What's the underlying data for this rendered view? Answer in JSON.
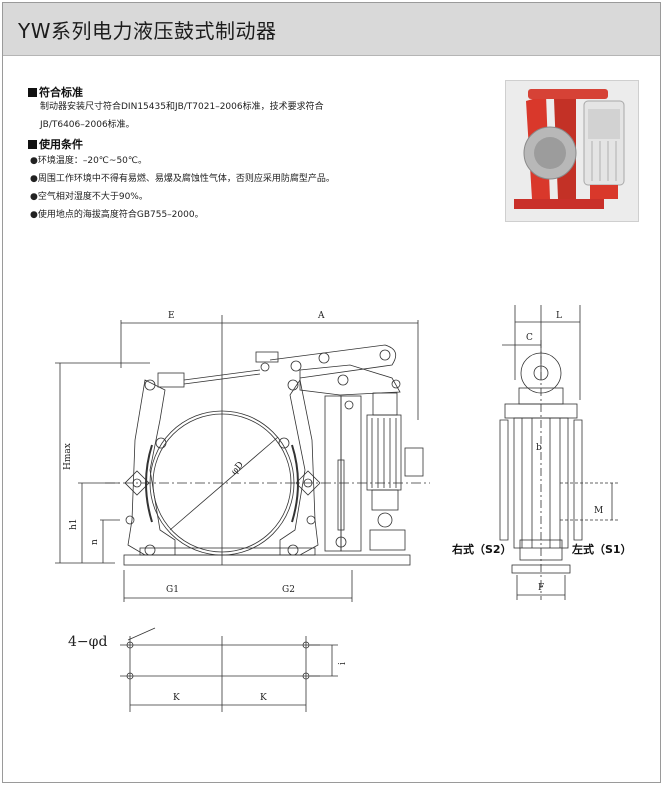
{
  "header": {
    "title": "YW系列电力液压鼓式制动器"
  },
  "standards": {
    "heading": "符合标准",
    "line1": "制动器安装尺寸符合DIN15435和JB/T7021–2006标准，技术要求符合",
    "line2": "JB/T6406–2006标准。"
  },
  "conditions": {
    "heading": "使用条件",
    "items": [
      "●环境温度：–20℃~50℃。",
      "●周围工作环境中不得有易燃、易爆及腐蚀性气体，否则应采用防腐型产品。",
      "●空气相对湿度不大于90%。",
      "●使用地点的海拔高度符合GB755–2000。"
    ]
  },
  "drawing": {
    "dims": {
      "E": "E",
      "A": "A",
      "L": "L",
      "C": "C",
      "Hmax": "Hmax",
      "h1": "h1",
      "n": "n",
      "phiD": "φD",
      "b": "b",
      "M": "M",
      "G1": "G1",
      "G2": "G2",
      "F": "F",
      "phid": "4−φd",
      "K1": "K",
      "K2": "K",
      "i": "i"
    },
    "right_label": "右式（S2）",
    "left_label": "左式（S1）"
  },
  "colors": {
    "header_bg": "#d9d9d9",
    "brake_red": "#d9382b",
    "line": "#333333"
  }
}
